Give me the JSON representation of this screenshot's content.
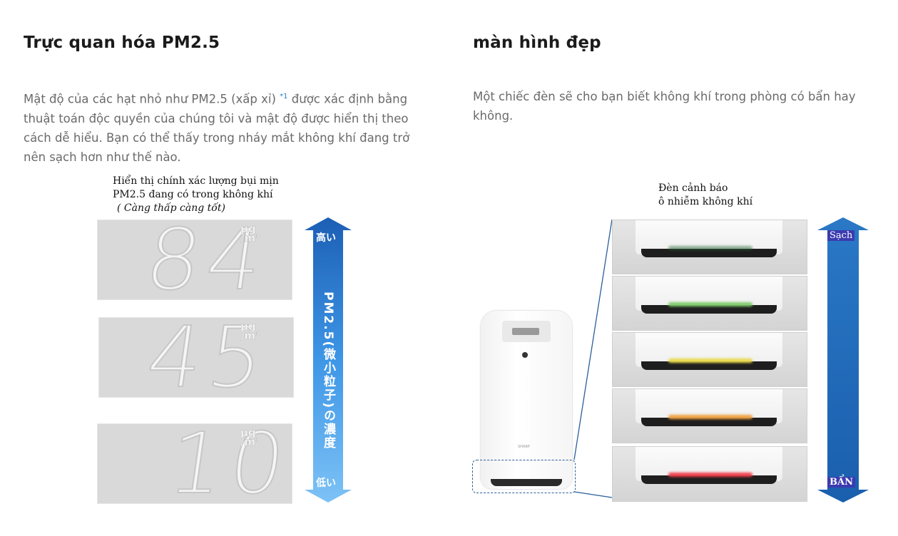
{
  "left": {
    "heading": "Trực quan hóa PM2.5",
    "description_part1": "Mật độ của các hạt nhỏ như PM2.5 (xấp xỉ) ",
    "footnote": "*1",
    "description_part2": " được xác định bằng thuật toán độc quyền của chúng tôi và mật độ được hiển thị theo cách dễ hiểu. Bạn có thể thấy trong nháy mắt không khí đang trở nên sạch hơn như thế nào.",
    "caption_line1": "Hiển thị chính xác lượng bụi mịn",
    "caption_line2": "PM2.5 đang có trong không khí",
    "caption_line3": "( Càng thấp càng tốt)",
    "displays": [
      {
        "value": "84",
        "unit_top": "μg",
        "unit_bottom": "/m³"
      },
      {
        "value": "45",
        "unit_top": "μg",
        "unit_bottom": "/m³"
      },
      {
        "value": "10",
        "unit_top": "μg",
        "unit_bottom": "/m³"
      }
    ],
    "scale": {
      "top_label": "高い",
      "bottom_label": "低い",
      "vertical_label": "PM2.5(微小粒子)の濃度"
    }
  },
  "right": {
    "heading": "màn hình đẹp",
    "description": "Một chiếc đèn sẽ cho bạn biết không khí trong phòng có bẩn hay không.",
    "caption_line1": "Đèn cảnh báo",
    "caption_line2": "ô nhiễm không khí",
    "brand": "SHARP",
    "scale": {
      "top_label": "Sạch",
      "bottom_label": "BẨN"
    },
    "light_levels": [
      {
        "color": "#2b6a3a",
        "name": "green-dark"
      },
      {
        "color": "#7ecb6a",
        "name": "green"
      },
      {
        "color": "#e8d84a",
        "name": "yellow"
      },
      {
        "color": "#f0a040",
        "name": "orange"
      },
      {
        "color": "#f0404a",
        "name": "red"
      }
    ],
    "colors": {
      "arrow": "#1d63b8",
      "dashed_box": "#2a5f9a"
    }
  }
}
